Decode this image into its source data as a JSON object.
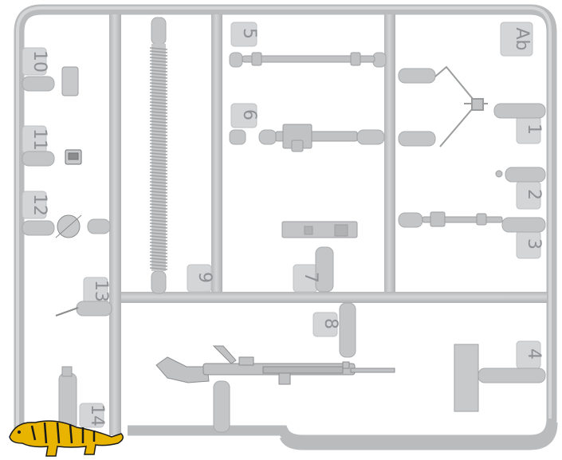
{
  "sprue": {
    "code": "Ab",
    "colors": {
      "plastic": "#c8cacc",
      "plastic_edge": "#a9abad",
      "plastic_dark": "#9c9ea0",
      "tag": "#d3d5d7",
      "number": "#8e9093",
      "background": "#ffffff"
    },
    "part_numbers": [
      "1",
      "2",
      "3",
      "4",
      "5",
      "6",
      "7",
      "8",
      "9",
      "10",
      "11",
      "12",
      "13",
      "14"
    ]
  },
  "logo": {
    "icon": "tiger-logo-icon",
    "colors": {
      "body": "#e8b400",
      "stripes": "#1a1a1a"
    }
  }
}
